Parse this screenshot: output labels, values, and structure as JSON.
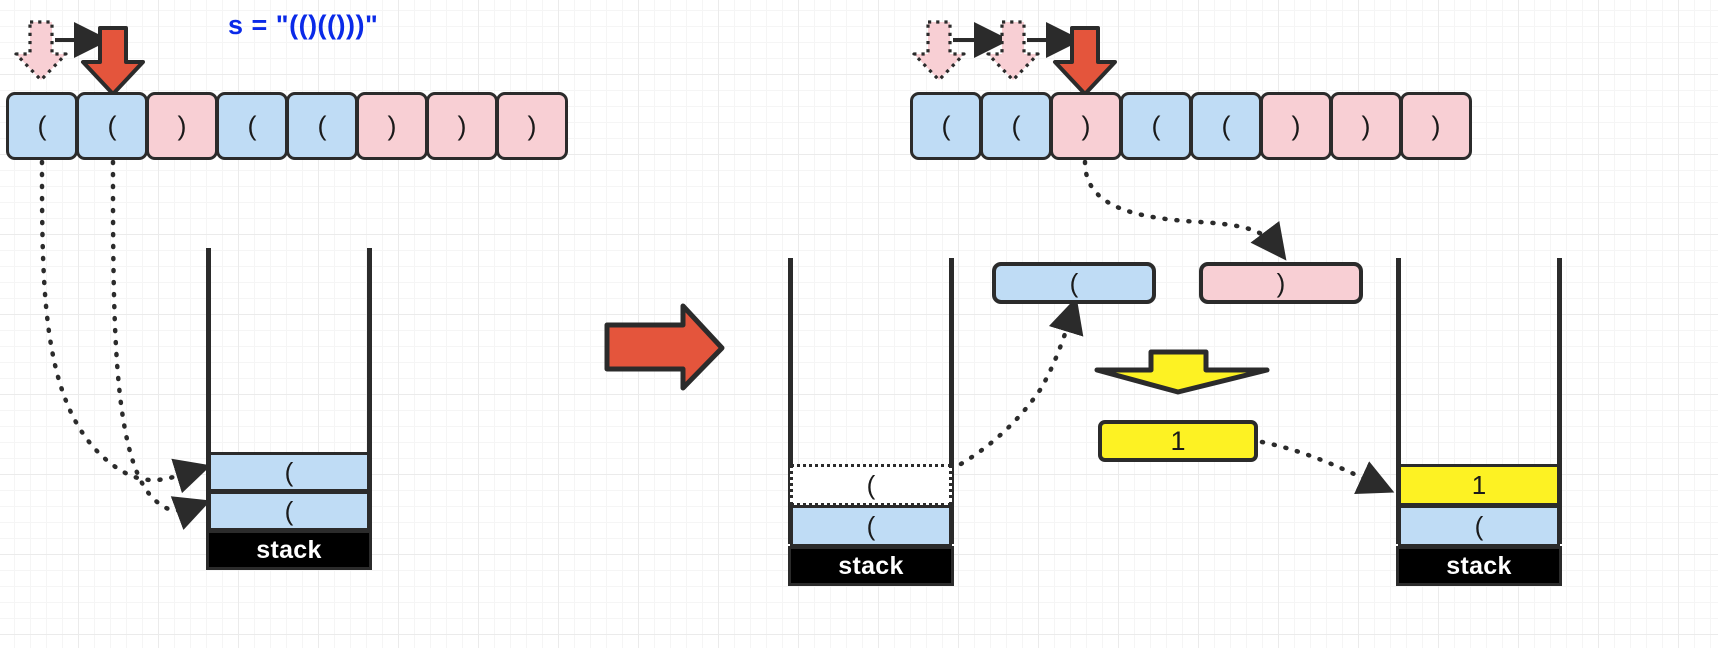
{
  "caption": {
    "text": "s = \"(()(()))\"",
    "color": "#0a2ae8"
  },
  "colors": {
    "open_paren_fill": "#bfdcf5",
    "close_paren_fill": "#f8cfd4",
    "counter_fill": "#fdf223",
    "stroke": "#2b2b2b",
    "big_arrow_fill": "#e4553c",
    "stack_label_fill": "#000000",
    "caption_blue": "#0a2ae8"
  },
  "left_panel": {
    "array": {
      "name": "input-string-array",
      "cells": [
        {
          "char": "(",
          "type": "open"
        },
        {
          "char": "(",
          "type": "open"
        },
        {
          "char": ")",
          "type": "close"
        },
        {
          "char": "(",
          "type": "open"
        },
        {
          "char": "(",
          "type": "open"
        },
        {
          "char": ")",
          "type": "close"
        },
        {
          "char": ")",
          "type": "close"
        },
        {
          "char": ")",
          "type": "close"
        }
      ]
    },
    "pointer": {
      "ghost_arrows": 1,
      "active_index": 1,
      "active_char": "("
    },
    "stack": {
      "label": "stack",
      "cells": [
        {
          "char": "(",
          "type": "open"
        },
        {
          "char": "(",
          "type": "open"
        }
      ]
    }
  },
  "transition": {
    "arrow": "big-right-arrow"
  },
  "right_panel": {
    "array": {
      "name": "input-string-array",
      "cells": [
        {
          "char": "(",
          "type": "open"
        },
        {
          "char": "(",
          "type": "open"
        },
        {
          "char": ")",
          "type": "close"
        },
        {
          "char": "(",
          "type": "open"
        },
        {
          "char": "(",
          "type": "open"
        },
        {
          "char": ")",
          "type": "close"
        },
        {
          "char": ")",
          "type": "close"
        },
        {
          "char": ")",
          "type": "close"
        }
      ]
    },
    "pointer": {
      "ghost_arrows": 2,
      "active_index": 2,
      "active_char": ")"
    },
    "stack_before": {
      "label": "stack",
      "cells": [
        {
          "char": "(",
          "type": "popped"
        },
        {
          "char": "(",
          "type": "open"
        }
      ]
    },
    "popped_token": {
      "char": "(",
      "type": "open"
    },
    "current_token": {
      "char": ")",
      "type": "close"
    },
    "merge_arrow": "yellow-down-arrow",
    "counter_token": {
      "value": "1",
      "type": "counter"
    },
    "stack_after": {
      "label": "stack",
      "cells": [
        {
          "char": "1",
          "type": "counter"
        },
        {
          "char": "(",
          "type": "open"
        }
      ]
    }
  }
}
